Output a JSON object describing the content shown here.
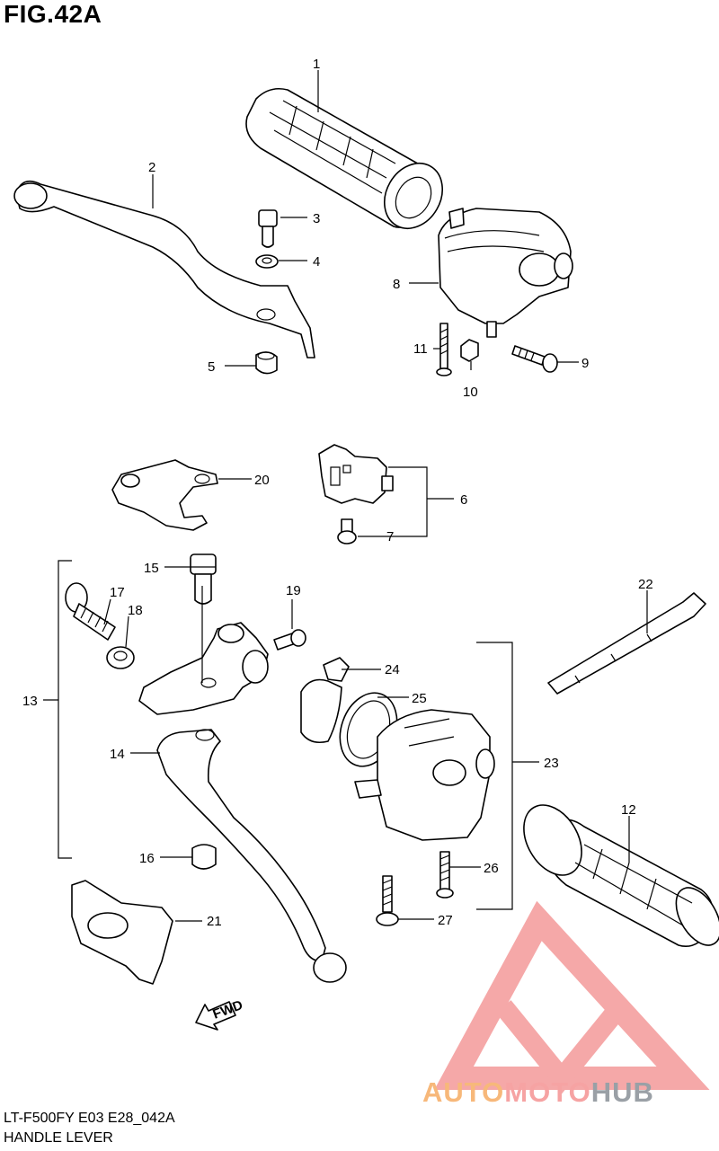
{
  "figure": {
    "title": "FIG.42A",
    "model_line": "LT-F500FY E03 E28_042A",
    "name": "HANDLE LEVER"
  },
  "callouts": {
    "n1": "1",
    "n2": "2",
    "n3": "3",
    "n4": "4",
    "n5": "5",
    "n6": "6",
    "n7": "7",
    "n8": "8",
    "n9": "9",
    "n10": "10",
    "n11": "11",
    "n12": "12",
    "n13": "13",
    "n14": "14",
    "n15": "15",
    "n16": "16",
    "n17": "17",
    "n18": "18",
    "n19": "19",
    "n20": "20",
    "n21": "21",
    "n22": "22",
    "n23": "23",
    "n24": "24",
    "n25": "25",
    "n26": "26",
    "n27": "27"
  },
  "arrow_label": "FWD",
  "watermark": {
    "part1": "AUTO",
    "part2": "MOTO",
    "part3": "HUB",
    "colors": {
      "auto": "#f7b87a",
      "moto": "#f6a3a3",
      "hub": "#9aa0a6",
      "logo": "#f28b8b"
    }
  }
}
